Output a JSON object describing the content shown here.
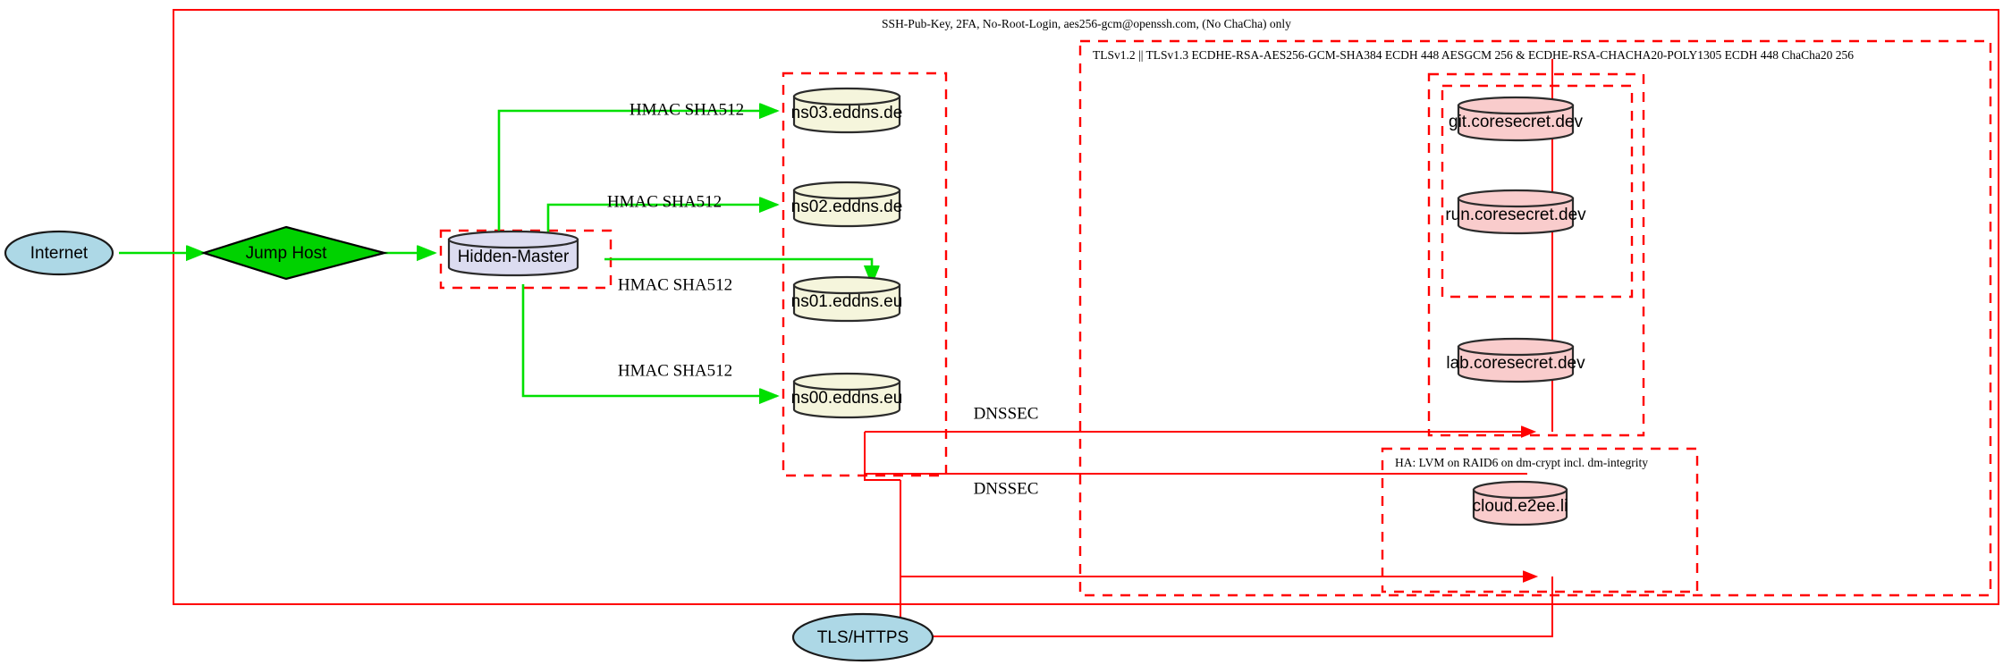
{
  "diagram": {
    "title_note": "SSH-Pub-Key, 2FA, No-Root-Login, aes256-gcm@openssh.com, (No ChaCha) only",
    "clusters": {
      "ssh_boundary_label": "SSH-Pub-Key, 2FA, No-Root-Login, aes256-gcm@openssh.com, (No ChaCha) only",
      "tls_boundary_label": "TLSv1.2 || TLSv1.3 ECDHE-RSA-AES256-GCM-SHA384 ECDH 448 AESGCM 256 & ECDHE-RSA-CHACHA20-POLY1305 ECDH 448 ChaCha20 256",
      "ha_boundary_label": "HA: LVM on RAID6 on dm-crypt incl. dm-integrity"
    },
    "nodes": {
      "internet": "Internet",
      "jump_host": "Jump Host",
      "hidden_master": "Hidden-Master",
      "ns03": "ns03.eddns.de",
      "ns02": "ns02.eddns.de",
      "ns01": "ns01.eddns.eu",
      "ns00": "ns00.eddns.eu",
      "git": "git.coresecret.dev",
      "run": "run.coresecret.dev",
      "lab": "lab.coresecret.dev",
      "cloud": "cloud.e2ee.li",
      "tls_https": "TLS/HTTPS"
    },
    "edge_labels": {
      "hmac_ns03": "HMAC SHA512",
      "hmac_ns02": "HMAC SHA512",
      "hmac_ns01": "HMAC SHA512",
      "hmac_ns00": "HMAC SHA512",
      "dnssec_upper": "DNSSEC",
      "dnssec_lower": "DNSSEC"
    },
    "colors": {
      "boundary_red": "#ff0000",
      "edge_green": "#00e000",
      "internet_fill": "#add8e6",
      "jump_host_fill": "#00d200",
      "hidden_master_fill": "#dcdcf0",
      "ns_fill": "#f5f5dc",
      "service_fill": "#f9cccc",
      "tls_node_fill": "#add8e6"
    }
  }
}
